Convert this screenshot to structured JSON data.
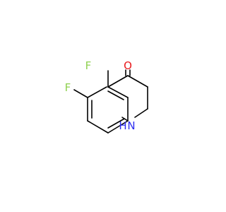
{
  "molecule": {
    "atoms": {
      "fluorine_upper": {
        "symbol": "F",
        "color": "#8fd14f"
      },
      "fluorine_left": {
        "symbol": "F",
        "color": "#8fd14f"
      },
      "oxygen": {
        "symbol": "O",
        "color": "#e8191c"
      },
      "nitrogen": {
        "symbol": "N",
        "color": "#2d2df0"
      },
      "hydrogen_on_n": {
        "symbol": "H",
        "color": "#2d2df0"
      }
    },
    "bond_color": "#000000"
  }
}
